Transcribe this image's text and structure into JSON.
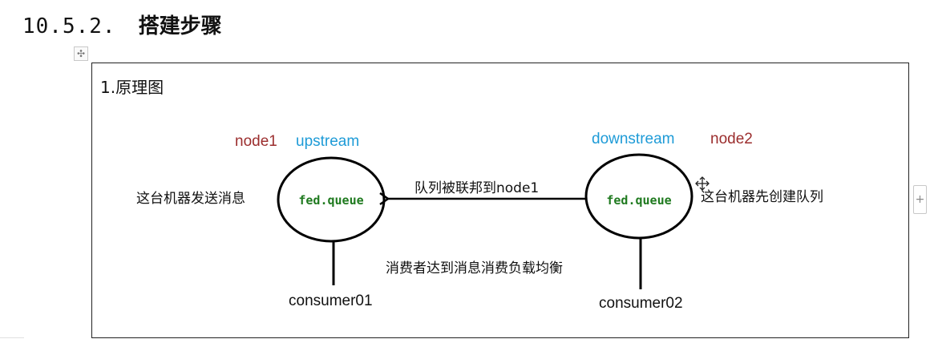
{
  "heading": {
    "number": "10.5.2.",
    "title": "搭建步骤"
  },
  "controls": {
    "move_handle_glyph": "✣",
    "add_column_glyph": "+"
  },
  "diagram": {
    "section_title": "1.原理图",
    "left_node": {
      "name": "node1",
      "role": "upstream",
      "queue": "fed.queue",
      "description": "这台机器发送消息",
      "consumer": "consumer01"
    },
    "right_node": {
      "name": "node2",
      "role": "downstream",
      "queue": "fed.queue",
      "description": "这台机器先创建队列",
      "consumer": "consumer02"
    },
    "arrow_label": "队列被联邦到node1",
    "balance_label": "消费者达到消息消费负载均衡",
    "colors": {
      "node_name": "#9b2d2d",
      "role": "#1e9bd7",
      "queue_text": "#1f7a1f",
      "stroke": "#000000"
    }
  }
}
